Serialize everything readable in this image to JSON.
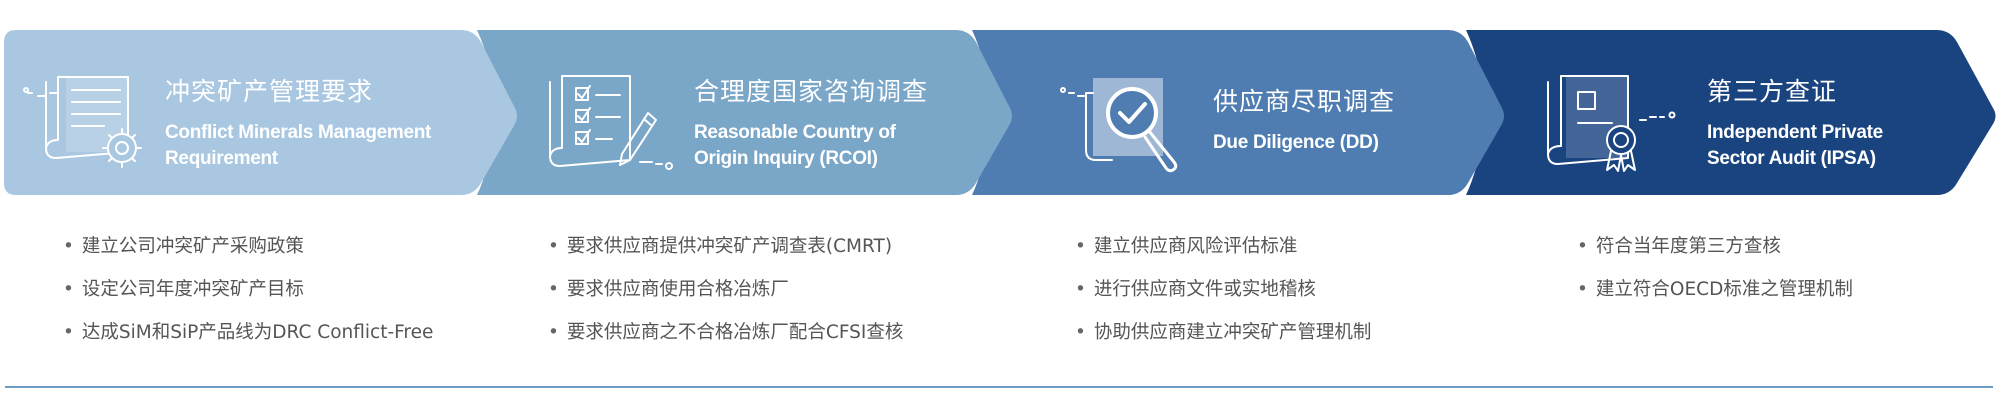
{
  "colors": {
    "step1": "#a9c7e1",
    "step2": "#7aa6c8",
    "step3": "#4f7db1",
    "step4": "#1a4480",
    "bullet_text": "#555555",
    "rule": "#6a9cc6"
  },
  "steps": [
    {
      "title_zh": "冲突矿产管理要求",
      "title_en_1": "Conflict Minerals Management",
      "title_en_2": "Requirement",
      "icon": "document-gear-icon",
      "bullets": [
        "建立公司冲突矿产采购政策",
        "设定公司年度冲突矿产目标",
        "达成SiM和SiP产品线为DRC Conflict-Free"
      ]
    },
    {
      "title_zh": "合理度国家咨询调查",
      "title_en_1": "Reasonable Country of",
      "title_en_2": "Origin Inquiry (RCOI)",
      "icon": "checklist-pencil-icon",
      "bullets": [
        "要求供应商提供冲突矿产调查表(CMRT)",
        "要求供应商使用合格冶炼厂",
        "要求供应商之不合格冶炼厂配合CFSI查核"
      ]
    },
    {
      "title_zh": "供应商尽职调查",
      "title_en_1": "Due Diligence (DD)",
      "title_en_2": "",
      "icon": "magnifier-check-icon",
      "bullets": [
        "建立供应商风险评估标准",
        "进行供应商文件或实地稽核",
        "协助供应商建立冲突矿产管理机制"
      ]
    },
    {
      "title_zh": "第三方查证",
      "title_en_1": "Independent Private",
      "title_en_2": "Sector Audit (IPSA)",
      "icon": "certificate-ribbon-icon",
      "bullets": [
        "符合当年度第三方查核",
        "建立符合OECD标准之管理机制"
      ]
    }
  ]
}
